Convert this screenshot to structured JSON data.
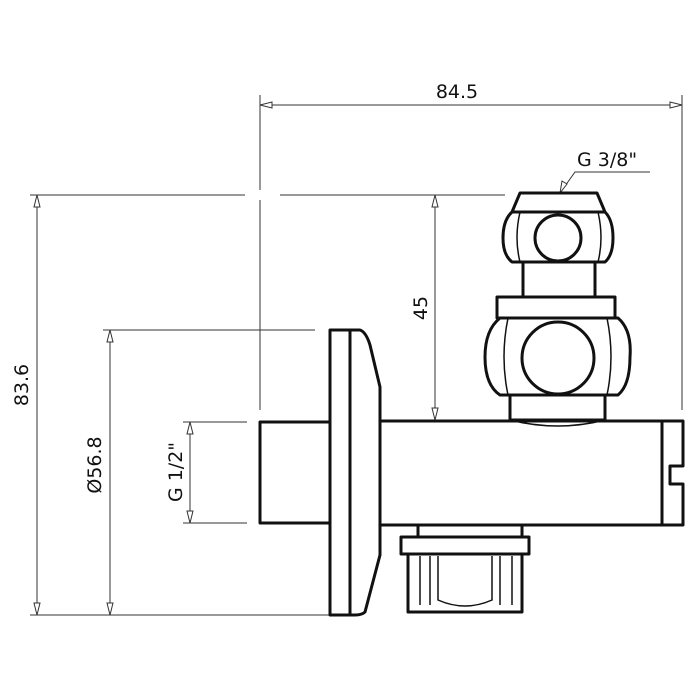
{
  "drawing": {
    "dimensions": {
      "overall_length": "84.5",
      "overall_height": "83.6",
      "flange_diameter": "Ø56.8",
      "inlet_thread": "G 1/2\"",
      "outlet_height": "45",
      "outlet_thread": "G 3/8\""
    }
  }
}
